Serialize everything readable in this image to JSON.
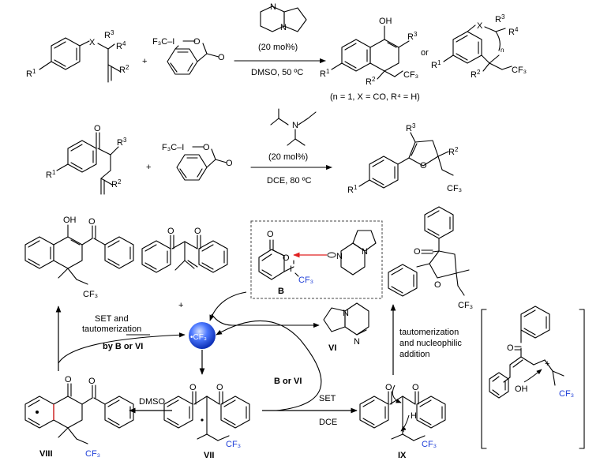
{
  "reaction1": {
    "reactant_sub": {
      "r1": "R",
      "r1sup": "1",
      "x": "X",
      "r3": "R",
      "r3sup": "3",
      "r4": "R",
      "r4sup": "4",
      "r2": "R",
      "r2sup": "2"
    },
    "reagent": "F₃C–I",
    "plus": "+",
    "catalyst_loading": "(20 mol%)",
    "conditions": "DMSO, 50 ºC",
    "product_a": {
      "oh": "OH",
      "r3": "R",
      "r3sup": "3",
      "r1": "R",
      "r1sup": "1",
      "r2": "R",
      "r2sup": "2",
      "cf3": "CF₃"
    },
    "or": "or",
    "product_b": {
      "x": "X",
      "r3": "R",
      "r3sup": "3",
      "r4": "R",
      "r4sup": "4",
      "n": "n",
      "r1": "R",
      "r1sup": "1",
      "r2": "R",
      "r2sup": "2",
      "cf3": "CF₃"
    },
    "note": "(n = 1, X = CO, R⁴ = H)"
  },
  "reaction2": {
    "sub": {
      "r1": "R",
      "r1sup": "1",
      "r3": "R",
      "r3sup": "3",
      "r2": "R",
      "r2sup": "2"
    },
    "plus": "+",
    "reagent": "F₃C–I",
    "catalyst_loading": "(20 mol%)",
    "conditions": "DCE, 80 ºC",
    "product": {
      "r3": "R",
      "r3sup": "3",
      "r2": "R",
      "r2sup": "2",
      "r1": "R",
      "r1sup": "1",
      "cf3": "CF₃"
    }
  },
  "mechanism": {
    "top_product_oh": "OH",
    "top_product_cf3": "CF₃",
    "set_label_1": "SET and",
    "set_label_2": "tautomerization",
    "by_label": "by B or VI",
    "radical": "•CF₃",
    "radical_plus": "+",
    "complex_label": "B",
    "complex_cf3": "CF₃",
    "vi_label": "VI",
    "b_or_vi": "B or VI",
    "set": "SET",
    "dce": "DCE",
    "dmso": "DMSO",
    "viii": "VIII",
    "vii": "VII",
    "ix": "IX",
    "viii_cf3": "CF₃",
    "vii_cf3": "CF₃",
    "ix_cf3": "CF₃",
    "ix_h": "H",
    "plus": "+",
    "tauto_1": "tautomerization",
    "tauto_2": "and nucleophilic",
    "tauto_3": "addition",
    "furan_cf3": "CF₃",
    "cation_oh": "OH",
    "cation_cf3": "CF₃",
    "cation_plus": "+",
    "colors": {
      "cf3_blue": "#1f3fd8",
      "red_arrow": "#e02020",
      "red_bond": "#e02020"
    }
  }
}
